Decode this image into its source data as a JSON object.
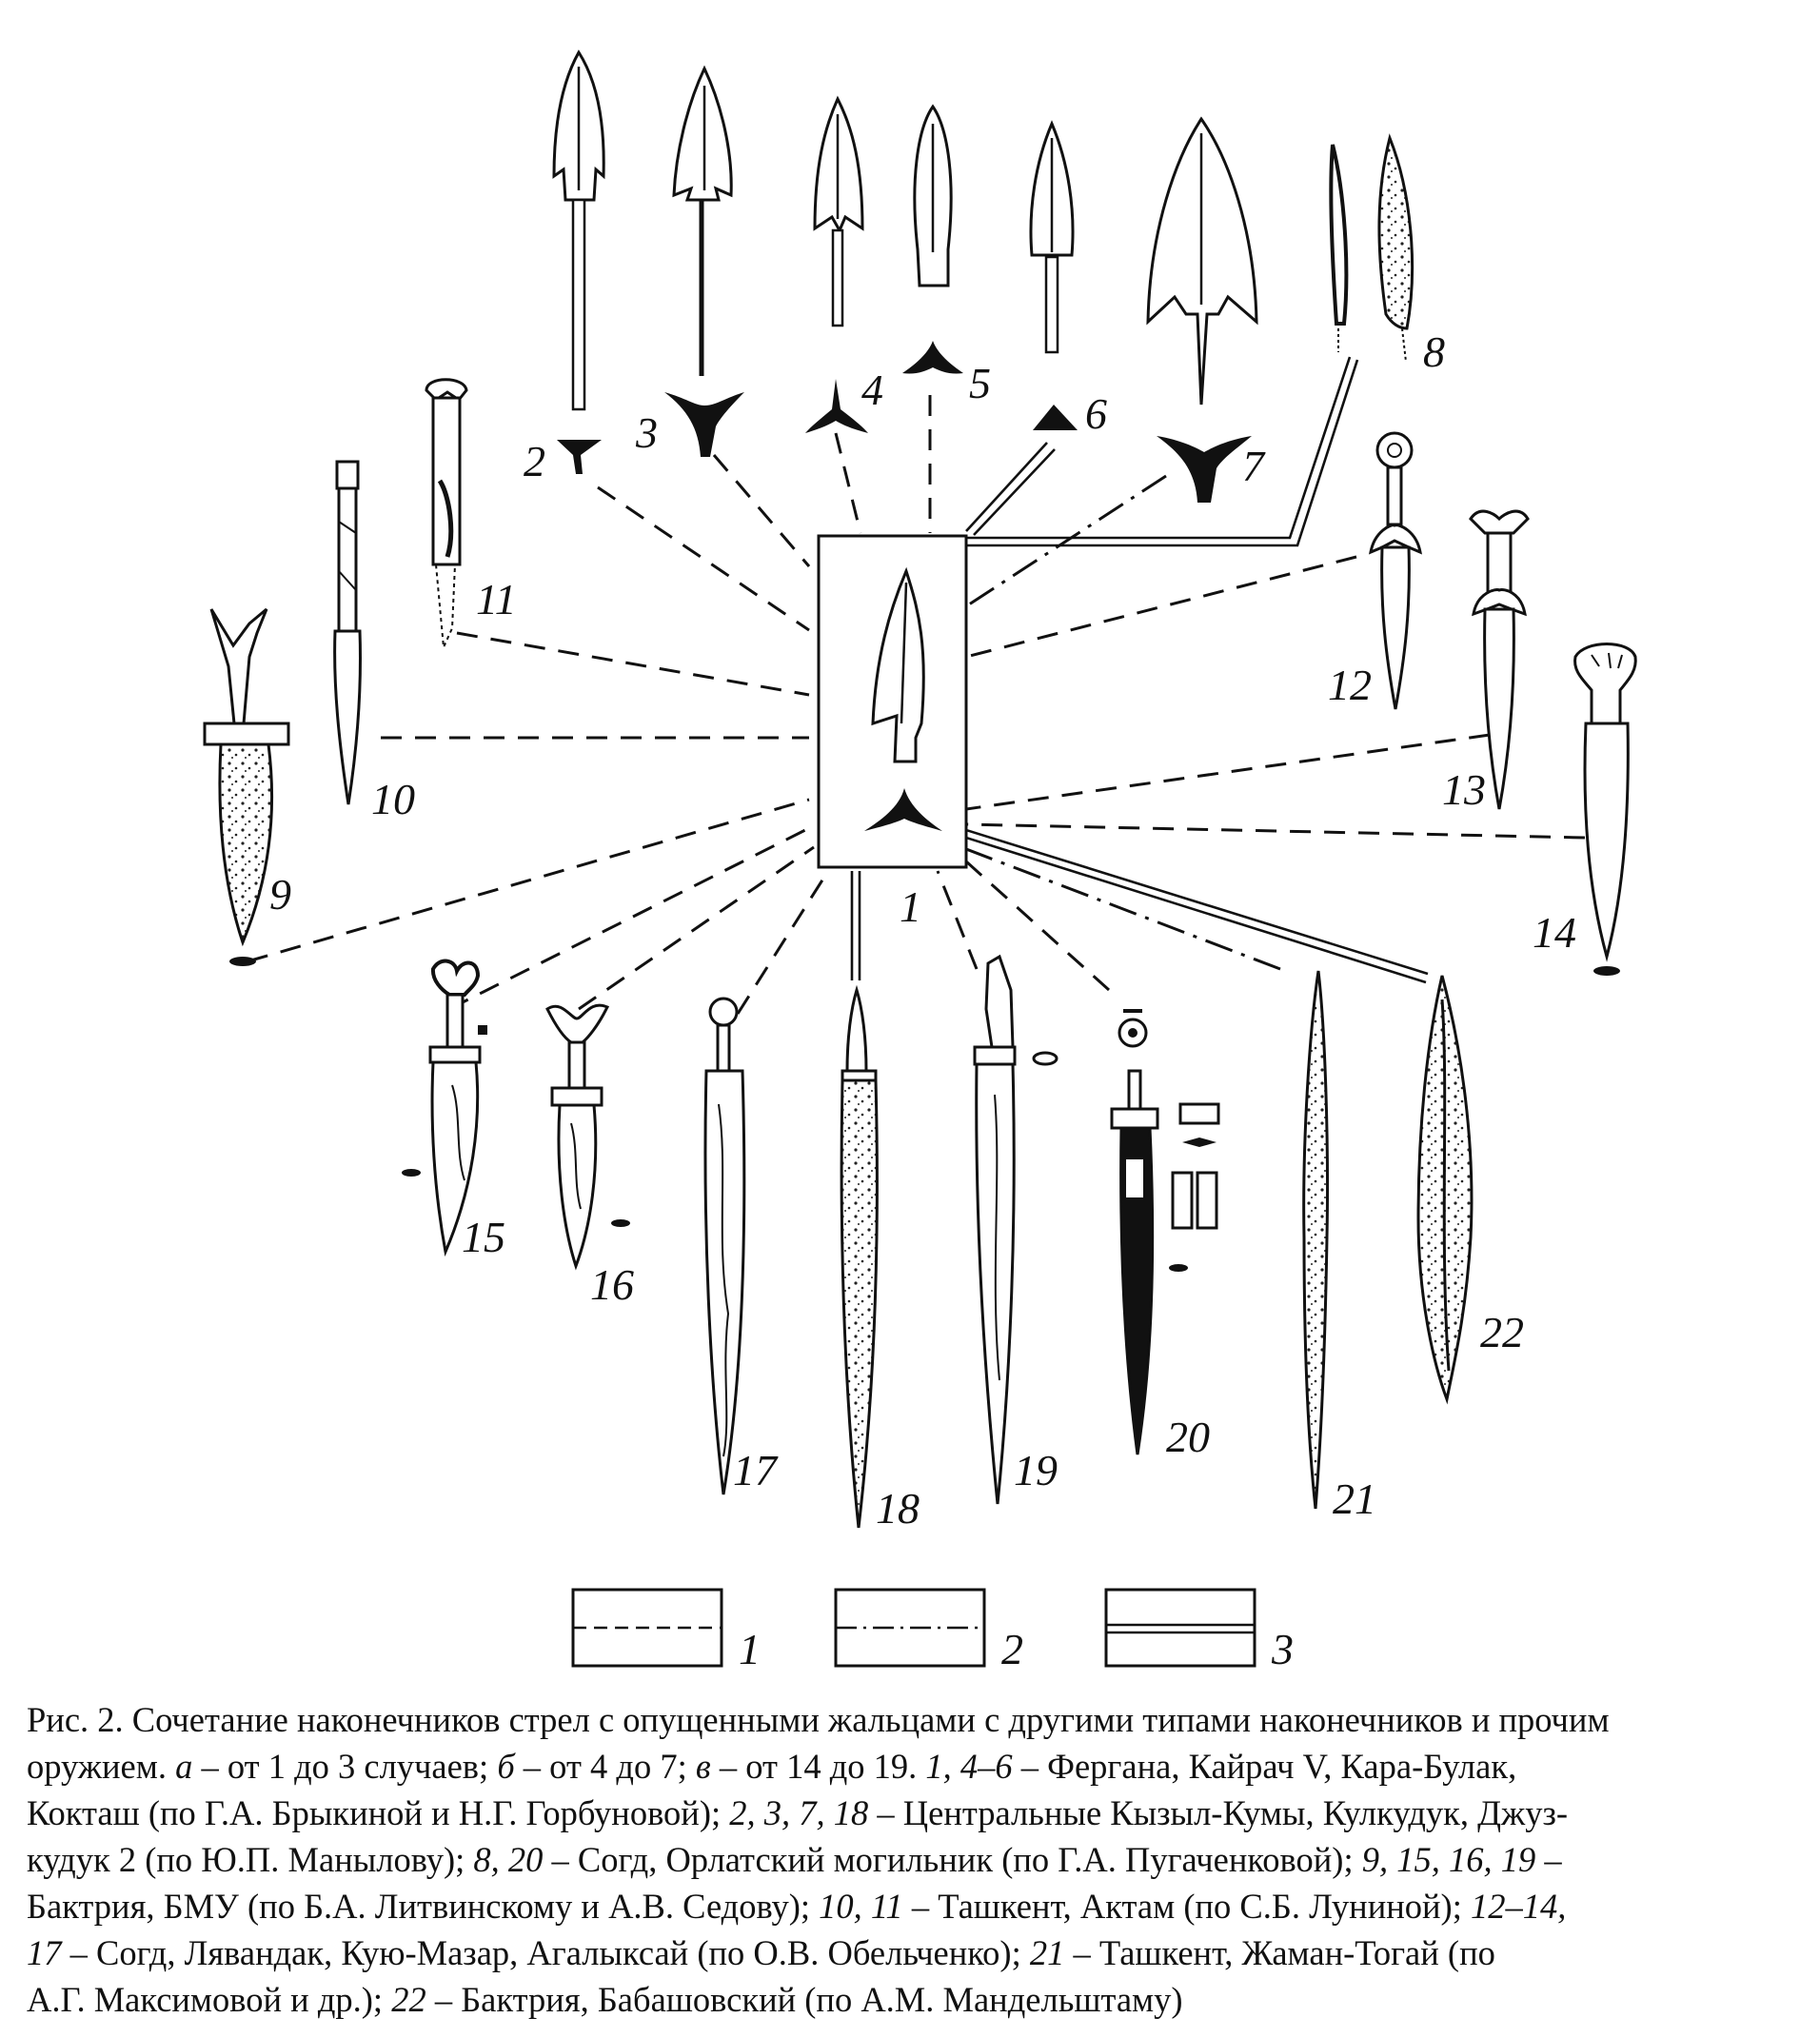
{
  "figure": {
    "center_label": "1",
    "item_labels": [
      "2",
      "3",
      "4",
      "5",
      "6",
      "7",
      "8",
      "9",
      "10",
      "11",
      "12",
      "13",
      "14",
      "15",
      "16",
      "17",
      "18",
      "19",
      "20",
      "21",
      "22"
    ],
    "legend": [
      {
        "label": "1",
        "style": "dashed"
      },
      {
        "label": "2",
        "style": "dash-dot"
      },
      {
        "label": "3",
        "style": "double"
      }
    ]
  },
  "caption": {
    "l1": "Рис. 2. Сочетание наконечников стрел с опущенными жальцами с другими типами наконечников и прочим",
    "l2a": "оружием. ",
    "l2b": "а",
    "l2c": " – от 1 до 3 случаев; ",
    "l2d": "б",
    "l2e": " – от 4 до 7; ",
    "l2f": "в",
    "l2g": " – от 14 до 19. ",
    "l2h": "1, 4–6",
    "l2i": " – Фергана, Кайрач V, Кара-Булак,",
    "l3a": "Кокташ (по Г.А. Брыкиной и Н.Г. Горбуновой); ",
    "l3b": "2, 3, 7, 18",
    "l3c": " – Центральные Кызыл-Кумы, Кулкудук, Джуз-",
    "l4a": "кудук 2 (по Ю.П. Манылову); ",
    "l4b": "8, 20",
    "l4c": " – Согд, Орлатский могильник (по Г.А. Пугаченковой); ",
    "l4d": "9, 15, 16, 19",
    "l4e": " –",
    "l5a": "Бактрия, БМУ (по Б.А. Литвинскому и А.В. Седову); ",
    "l5b": "10, 11",
    "l5c": " – Ташкент, Актам (по С.Б. Луниной); ",
    "l5d": "12–14,",
    "l6a": "17",
    "l6b": " – Согд, Лявандак, Кую-Мазар, Агалыксай (по О.В. Обельченко); ",
    "l6c": "21",
    "l6d": " – Ташкент, Жаман-Тогай (по",
    "l7a": "А.Г. Максимовой и др.); ",
    "l7b": "22",
    "l7c": " – Бактрия, Бабашовский (по А.М. Мандельштаму)"
  }
}
